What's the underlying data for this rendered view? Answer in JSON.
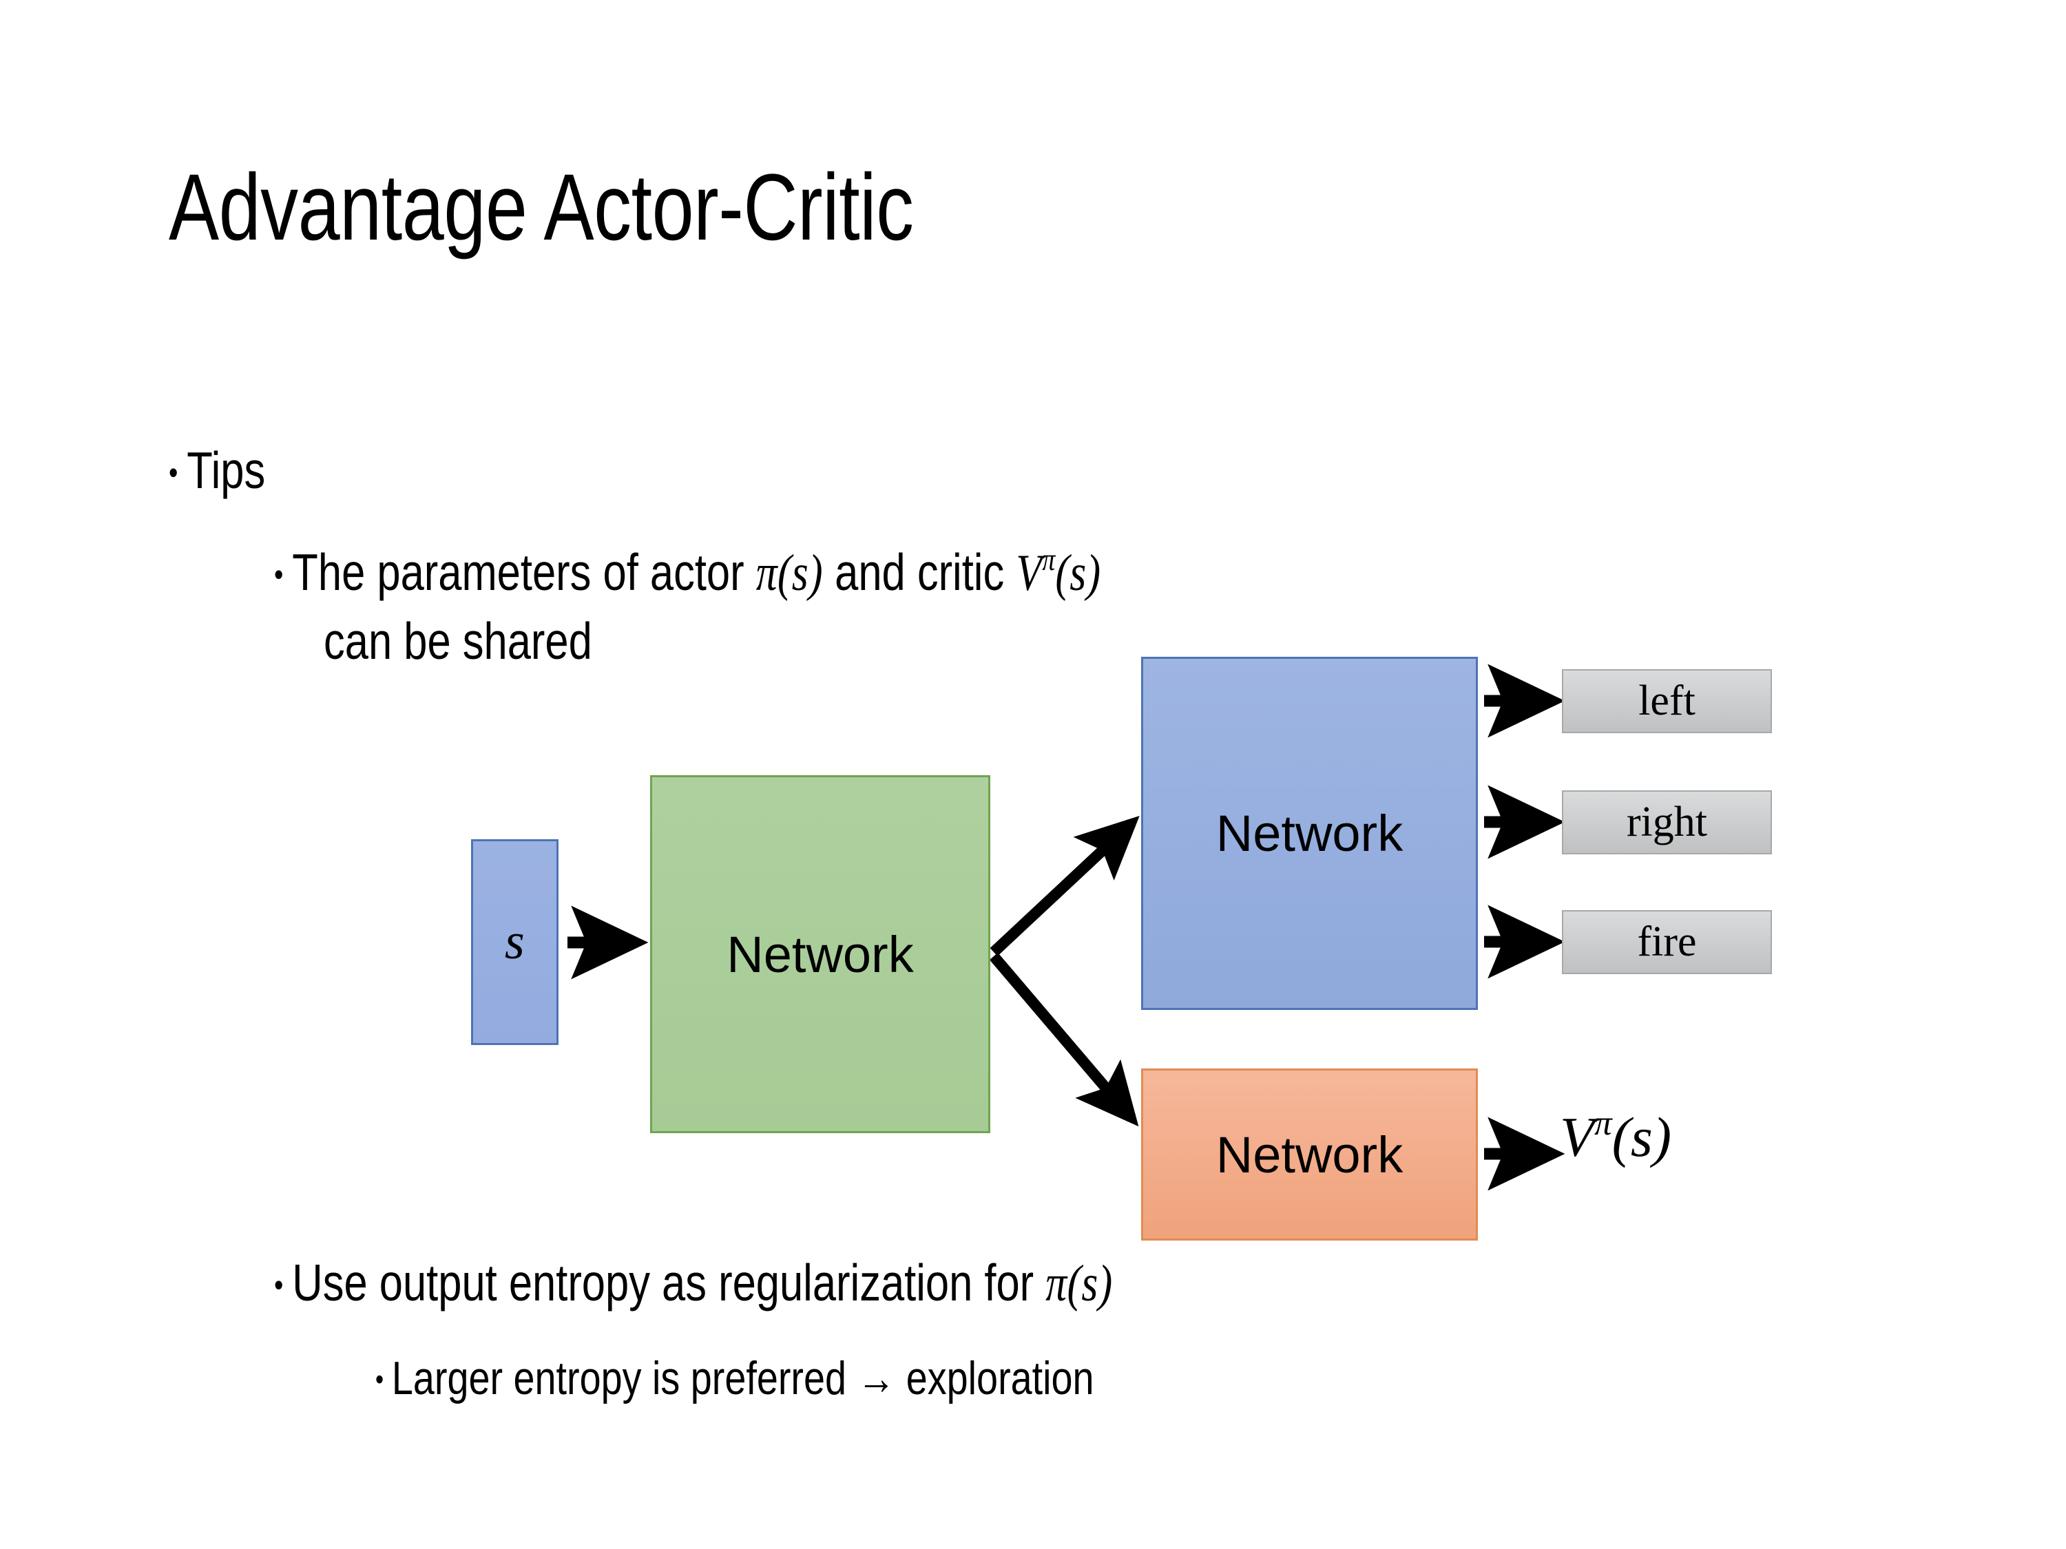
{
  "slide": {
    "title": "Advantage Actor-Critic",
    "background_color": "#ffffff",
    "bullets": [
      {
        "level": 1,
        "marker": "•",
        "text": "Tips"
      },
      {
        "level": 2,
        "marker": "•",
        "text_line1_prefix": "The parameters of actor ",
        "math1": "π(s)",
        "text_line1_middle": "  and critic ",
        "math2_base": "V",
        "math2_sup": "π",
        "math2_arg": "(s)",
        "text_line2": "can be shared"
      },
      {
        "level": 2,
        "marker": "•",
        "text_prefix": "Use output entropy as regularization for ",
        "math": "π(s)"
      },
      {
        "level": 3,
        "marker": "•",
        "text": "Larger entropy is preferred → exploration"
      }
    ]
  },
  "diagram": {
    "input": {
      "label": "s",
      "fill": "#95AEE0",
      "border": "#4E73B5"
    },
    "shared_network": {
      "label": "Network",
      "fill": "#A9CE98",
      "border": "#6FA552"
    },
    "actor_network": {
      "label": "Network",
      "fill": "#95AEE0",
      "border": "#4E73B5"
    },
    "critic_network": {
      "label": "Network",
      "fill": "#F3AE8A",
      "border": "#E28B52"
    },
    "actions": [
      {
        "label": "left",
        "fill": "#D5D7D8",
        "border": "#A6A8AA"
      },
      {
        "label": "right",
        "fill": "#D5D7D8",
        "border": "#A6A8AA"
      },
      {
        "label": "fire",
        "fill": "#D5D7D8",
        "border": "#A6A8AA"
      }
    ],
    "value_output": {
      "base": "V",
      "superscript": "π",
      "argument": "(s)"
    },
    "arrow_color": "#000000",
    "arrows": [
      {
        "name": "state-to-shared",
        "from": "input",
        "to": "shared_network"
      },
      {
        "name": "shared-to-actor",
        "from": "shared_network",
        "to": "actor_network"
      },
      {
        "name": "shared-to-critic",
        "from": "shared_network",
        "to": "critic_network"
      },
      {
        "name": "actor-to-left",
        "from": "actor_network",
        "to": "left"
      },
      {
        "name": "actor-to-right",
        "from": "actor_network",
        "to": "right"
      },
      {
        "name": "actor-to-fire",
        "from": "actor_network",
        "to": "fire"
      },
      {
        "name": "critic-to-value",
        "from": "critic_network",
        "to": "value_output"
      }
    ]
  }
}
